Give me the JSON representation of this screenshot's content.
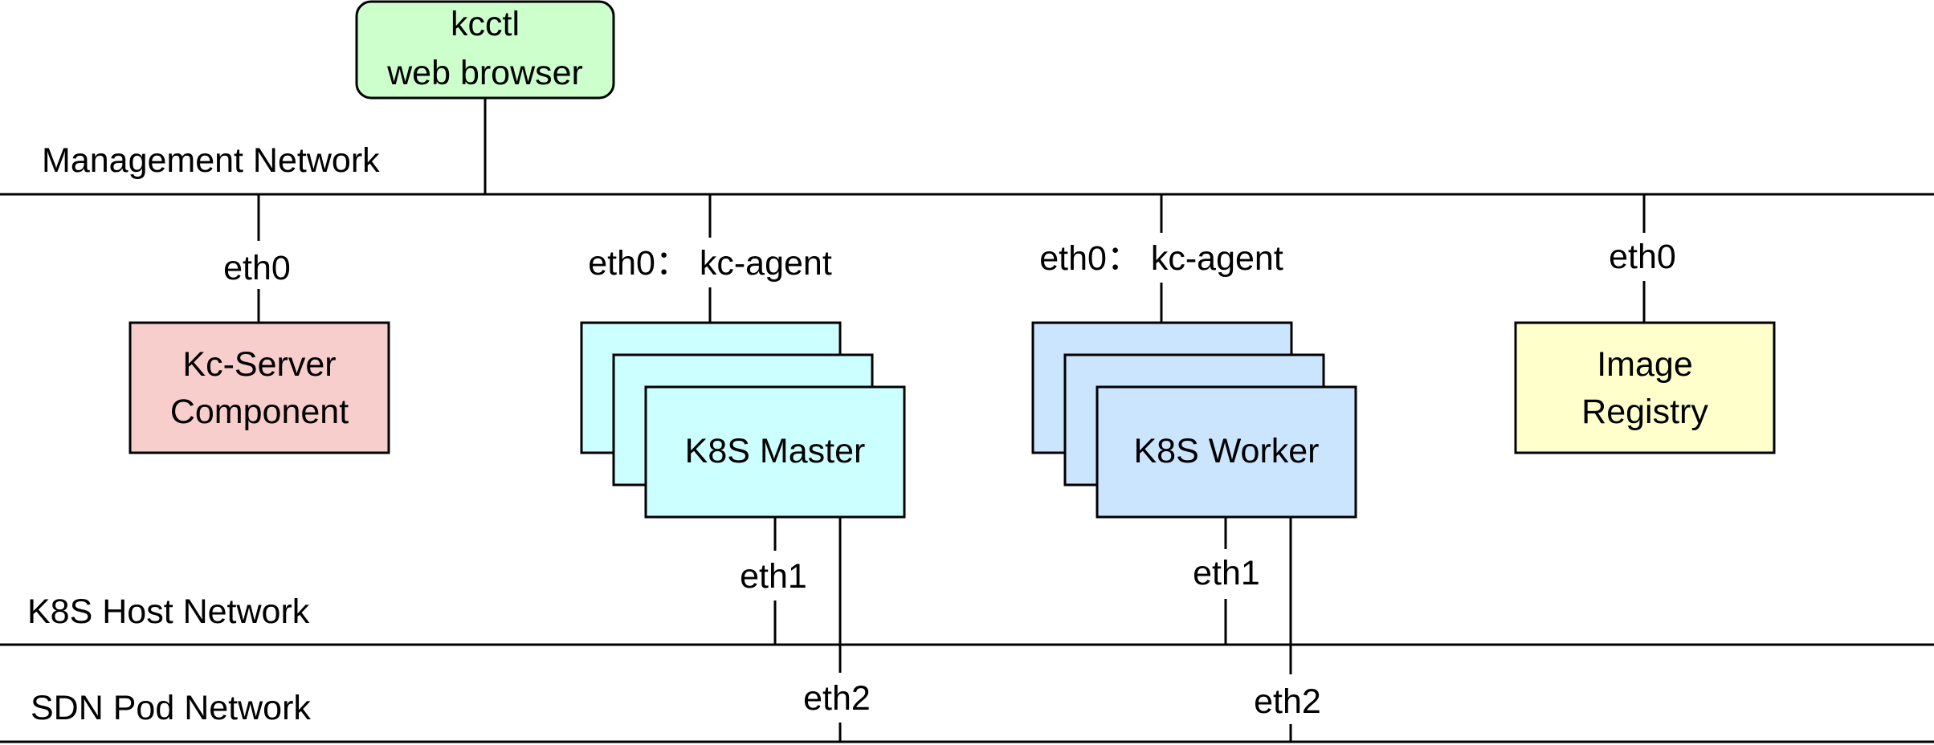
{
  "colors": {
    "line": "#000000",
    "client_fill": "#ccffcc",
    "server_fill": "#f8cecc",
    "master_fill": "#ccffff",
    "worker_fill": "#cce5ff",
    "registry_fill": "#ffffcc"
  },
  "networks": {
    "management": "Management Network",
    "host": "K8S Host Network",
    "pod": "SDN Pod Network"
  },
  "nodes": {
    "client": {
      "line1": "kcctl",
      "line2": "web browser"
    },
    "server": {
      "line1": "Kc-Server",
      "line2": "Component"
    },
    "master": {
      "label": "K8S Master"
    },
    "worker": {
      "label": "K8S Worker"
    },
    "registry": {
      "line1": "Image",
      "line2": "Registry"
    }
  },
  "interfaces": {
    "server_eth0": "eth0",
    "master_eth0": "eth0： kc-agent",
    "worker_eth0": "eth0： kc-agent",
    "registry_eth0": "eth0",
    "master_eth1": "eth1",
    "master_eth2": "eth2",
    "worker_eth1": "eth1",
    "worker_eth2": "eth2"
  }
}
